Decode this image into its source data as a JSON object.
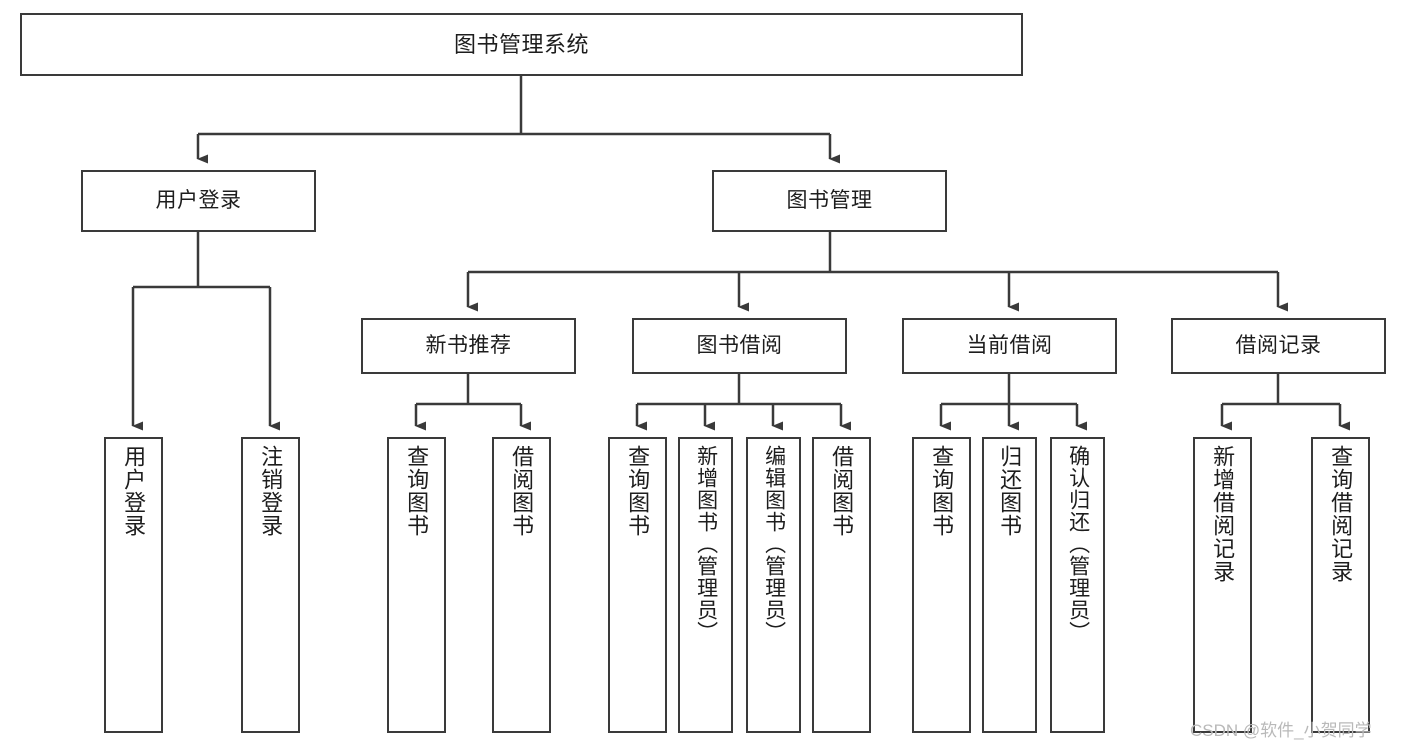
{
  "diagram": {
    "title": "图书管理系统",
    "type": "tree-hierarchy",
    "watermark": "CSDN @软件_小贺同学",
    "colors": {
      "background": "#ffffff",
      "box_border": "#3a3a3a",
      "box_fill": "#ffffff",
      "edge": "#3a3a3a",
      "text": "#1d1d1d",
      "watermark": "#b9b9b9"
    },
    "nodes": {
      "root": {
        "label": "图书管理系统"
      },
      "level1": [
        {
          "id": "user-login",
          "label": "用户登录"
        },
        {
          "id": "book-management",
          "label": "图书管理"
        }
      ],
      "level2": [
        {
          "id": "new-book-recommend",
          "label": "新书推荐"
        },
        {
          "id": "book-borrow",
          "label": "图书借阅"
        },
        {
          "id": "current-borrow",
          "label": "当前借阅"
        },
        {
          "id": "borrow-record",
          "label": "借阅记录"
        }
      ],
      "leaves": {
        "user_login": [
          {
            "id": "leaf-user-login",
            "label": "用户登录"
          },
          {
            "id": "leaf-logout-login",
            "label": "注销登录"
          }
        ],
        "new_book_recommend": [
          {
            "id": "leaf-query-book-1",
            "label": "查询图书"
          },
          {
            "id": "leaf-borrow-book-1",
            "label": "借阅图书"
          }
        ],
        "book_borrow": [
          {
            "id": "leaf-query-book-2",
            "label": "查询图书"
          },
          {
            "id": "leaf-add-book",
            "label": "新增图书（管理员）"
          },
          {
            "id": "leaf-edit-book",
            "label": "编辑图书（管理员）"
          },
          {
            "id": "leaf-borrow-book-2",
            "label": "借阅图书"
          }
        ],
        "current_borrow": [
          {
            "id": "leaf-query-book-3",
            "label": "查询图书"
          },
          {
            "id": "leaf-return-book",
            "label": "归还图书"
          },
          {
            "id": "leaf-confirm-return",
            "label": "确认归还（管理员）"
          }
        ],
        "borrow_record": [
          {
            "id": "leaf-add-record",
            "label": "新增借阅记录"
          },
          {
            "id": "leaf-query-record",
            "label": "查询借阅记录"
          }
        ]
      }
    }
  }
}
